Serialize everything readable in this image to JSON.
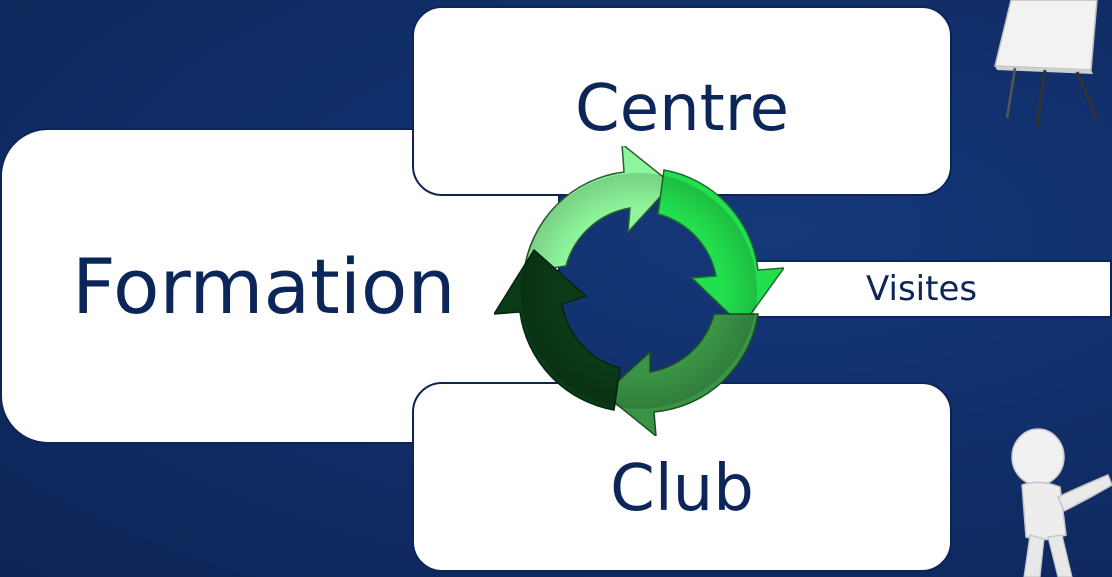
{
  "diagram": {
    "formation": "Formation",
    "centre": "Centre",
    "club": "Club",
    "visites": "Visites"
  },
  "cycle_icon": {
    "name": "recycle-cycle-arrows-icon",
    "colors": [
      "#8ef59c",
      "#22e04d",
      "#3a9446",
      "#0a3a16"
    ]
  },
  "decor": {
    "flipchart_icon": "flipchart-icon",
    "figure_icon": "presenter-figure-icon"
  },
  "colors": {
    "background": "#112f6a",
    "box": "#ffffff",
    "text": "#0c2659"
  }
}
